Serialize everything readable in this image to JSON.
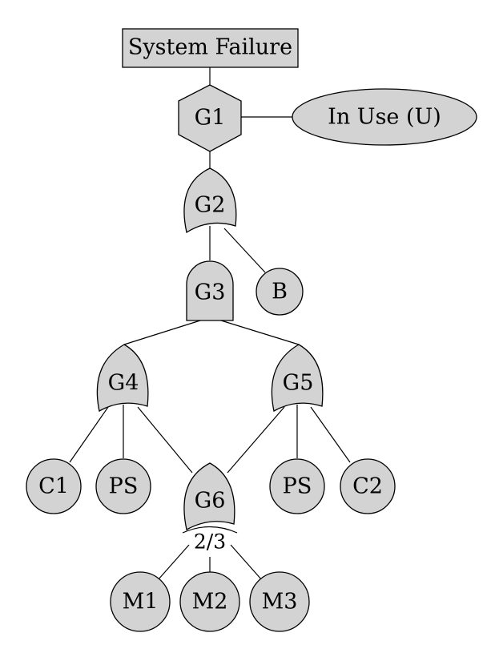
{
  "diagram": {
    "top_event": "System Failure",
    "gates": {
      "g1": "G1",
      "g2": "G2",
      "g3": "G3",
      "g4": "G4",
      "g5": "G5",
      "g6": "G6"
    },
    "g6_vote": "2/3",
    "condition": "In Use (U)",
    "events": {
      "b": "B",
      "c1": "C1",
      "ps_left": "PS",
      "ps_right": "PS",
      "c2": "C2",
      "m1": "M1",
      "m2": "M2",
      "m3": "M3"
    },
    "fill_color": "#d3d3d3",
    "stroke_color": "#000000"
  }
}
